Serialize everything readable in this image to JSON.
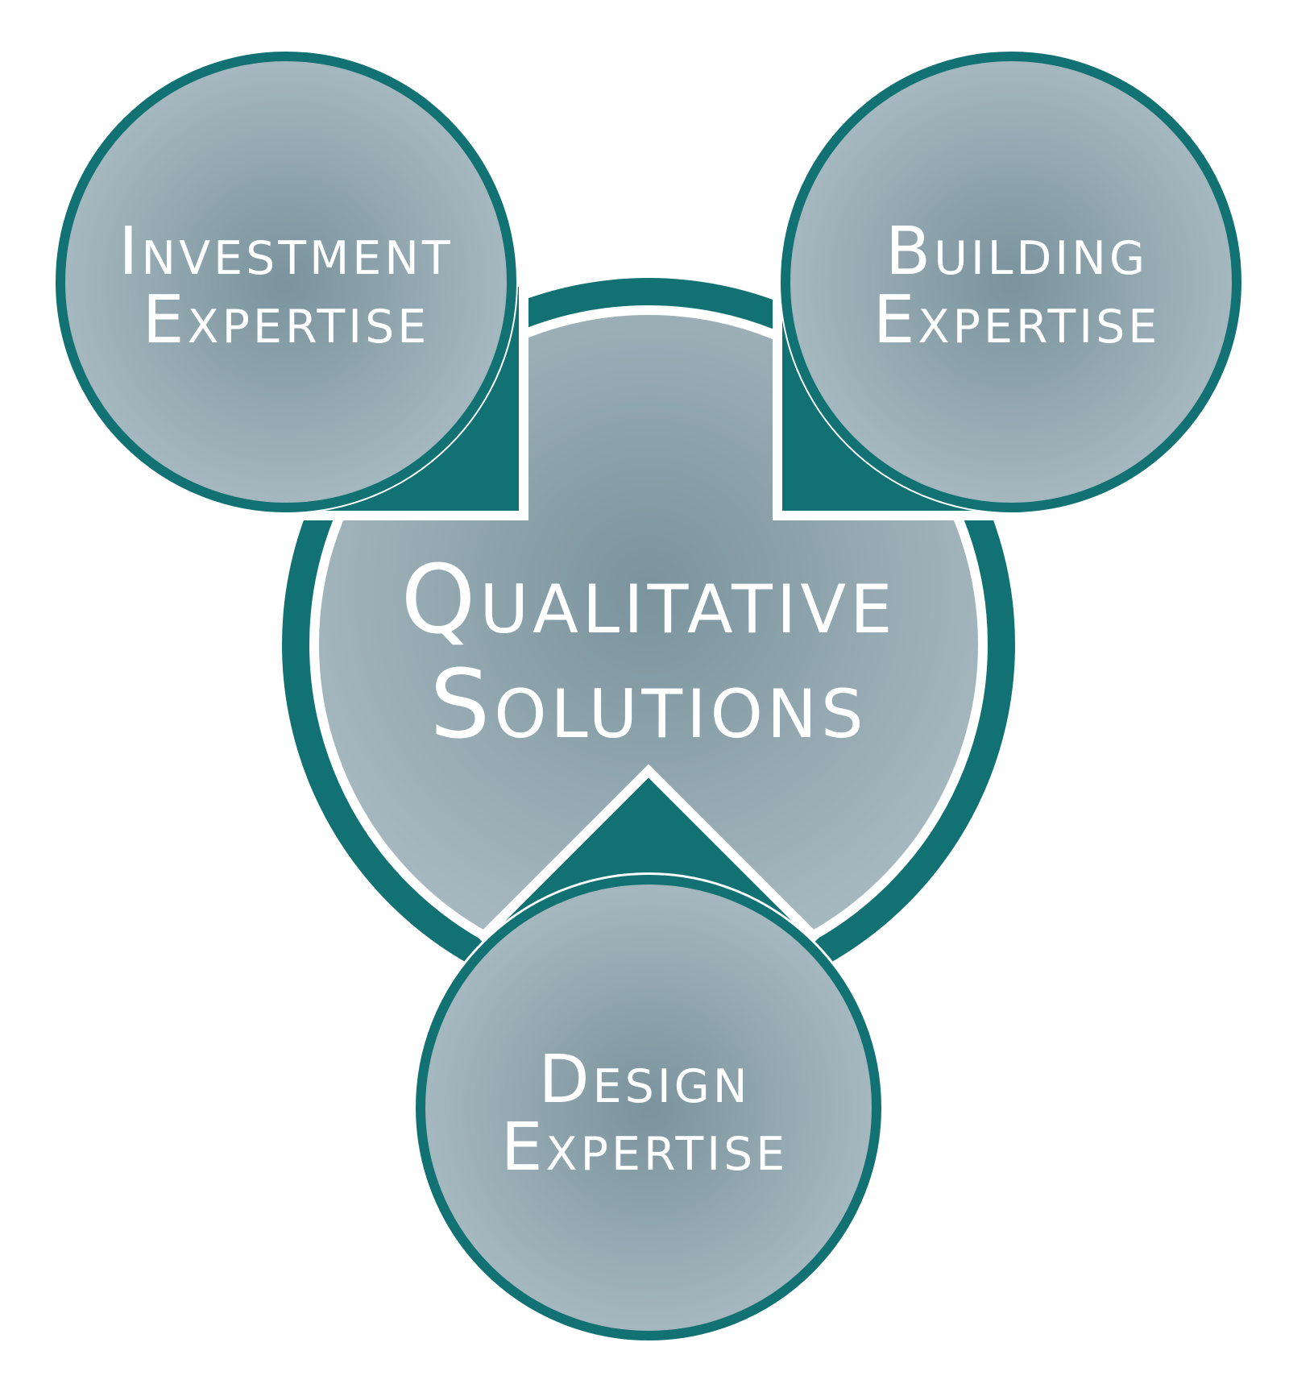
{
  "colors": {
    "accent": "#117173",
    "circle_center": "#7a939d",
    "circle_edge": "#a6b8bf",
    "background": "#ffffff",
    "text": "#ffffff"
  },
  "center": {
    "line1": "Qualitative",
    "line2": "Solutions"
  },
  "top_left": {
    "line1": "Investment",
    "line2": "Expertise"
  },
  "top_right": {
    "line1": "Building",
    "line2": "Expertise"
  },
  "bottom": {
    "line1": "Design",
    "line2": "Expertise"
  }
}
